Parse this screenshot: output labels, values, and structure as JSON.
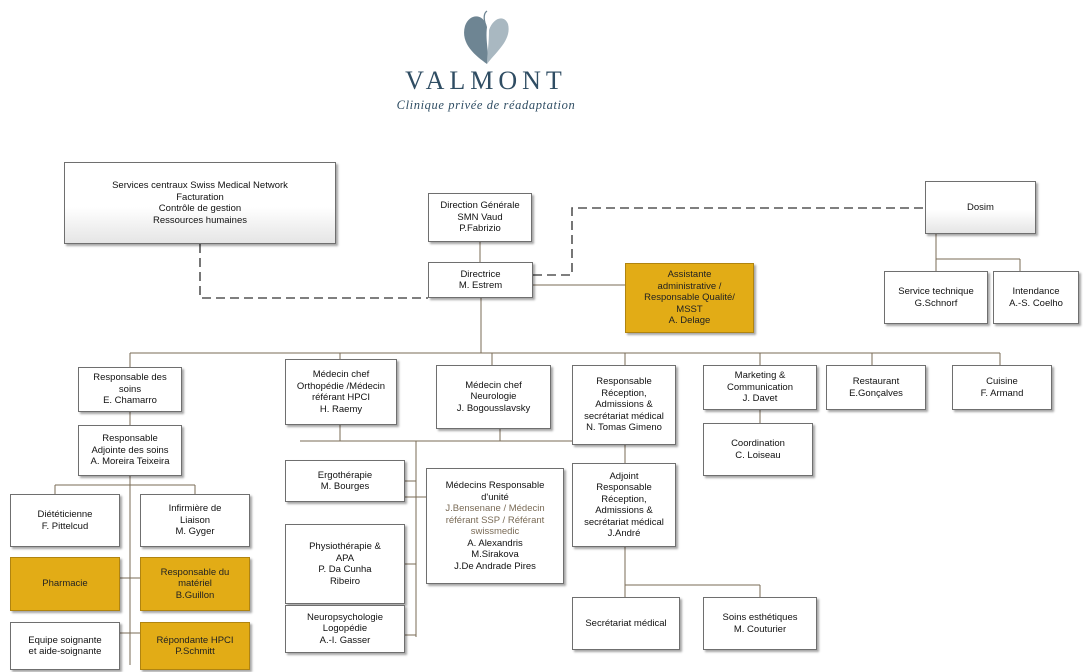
{
  "logo": {
    "icon": "butterfly-icon",
    "name": "VALMONT",
    "tagline": "Clinique privée de réadaptation",
    "color": "#2f4d63"
  },
  "colors": {
    "highlight": "#e2ac16",
    "line": "#7a6b56",
    "border": "#6f6f6f"
  },
  "chart": {
    "services": [
      "Services centraux Swiss Medical Network",
      "Facturation",
      "Contrôle de gestion",
      "Ressources humaines"
    ],
    "direction_generale": [
      "Direction Générale",
      "SMN Vaud",
      "P.Fabrizio"
    ],
    "directrice": [
      "Directrice",
      "M. Estrem"
    ],
    "assistante": [
      "Assistante",
      "administrative /",
      "Responsable Qualité/",
      "MSST",
      "A. Delage"
    ],
    "dosim": [
      "Dosim"
    ],
    "service_technique": [
      "Service technique",
      "G.Schnorf"
    ],
    "intendance": [
      "Intendance",
      "A.-S. Coelho"
    ],
    "resp_soins": [
      "Responsable des",
      "soins",
      "E. Chamarro"
    ],
    "medecin_ortho": [
      "Médecin chef",
      "Orthopédie /Médecin",
      "référant HPCI",
      "H. Raemy"
    ],
    "medecin_neuro": [
      "Médecin chef",
      "Neurologie",
      "J. Bogousslavsky"
    ],
    "resp_reception": [
      "Responsable",
      "Réception,",
      "Admissions &",
      "secrétariat médical",
      "N. Tomas Gimeno"
    ],
    "marketing": [
      "Marketing &",
      "Communication",
      "J. Davet"
    ],
    "restaurant": [
      "Restaurant",
      "E.Gonçalves"
    ],
    "cuisine": [
      "Cuisine",
      "F. Armand"
    ],
    "coordination": [
      "Coordination",
      "C. Loiseau"
    ],
    "adjointe_soins": [
      "Responsable",
      "Adjointe des soins",
      "A. Moreira Teixeira"
    ],
    "dieteticienne": [
      "Diététicienne",
      "F. Pittelcud"
    ],
    "infirmiere": [
      "Infirmière de",
      "Liaison",
      "M. Gyger"
    ],
    "pharmacie": [
      "Pharmacie"
    ],
    "materiel": [
      "Responsable du",
      "matériel",
      "B.Guillon"
    ],
    "equipe": [
      "Equipe soignante",
      "et aide-soignante"
    ],
    "hpci": [
      "Répondante HPCI",
      "P.Schmitt"
    ],
    "ergotherapie": [
      "Ergothérapie",
      "M. Bourges"
    ],
    "physio": [
      "Physiothérapie &",
      "APA",
      "P. Da Cunha",
      "Ribeiro"
    ],
    "neuropsy": [
      "Neuropsychologie",
      "Logopédie",
      "A.-I. Gasser"
    ],
    "medecins_unite": {
      "title": [
        "Médecins Responsable",
        "d'unité"
      ],
      "highlight": [
        "J.Bensenane / Médecin",
        "référant SSP / Référant",
        "swissmedic"
      ],
      "names": [
        "A. Alexandris",
        "M.Sirakova",
        "J.De Andrade Pires"
      ]
    },
    "adjoint_reception": [
      "Adjoint",
      "Responsable",
      "Réception,",
      "Admissions &",
      "secrétariat médical",
      "J.André"
    ],
    "secretariat": [
      "Secrétariat médical"
    ],
    "soins_esthetiques": [
      "Soins esthétiques",
      "M. Couturier"
    ]
  }
}
